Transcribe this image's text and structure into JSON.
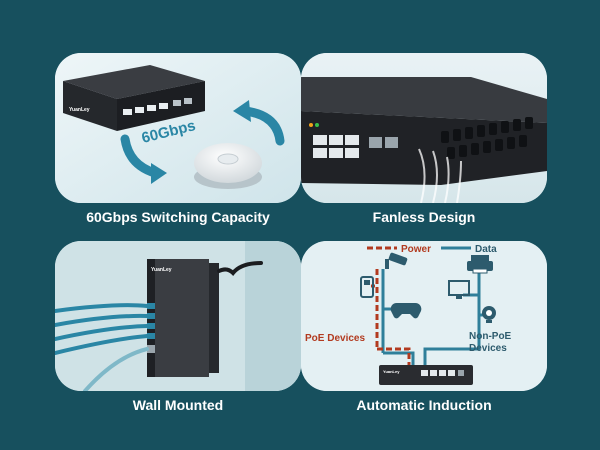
{
  "colors": {
    "background": "#17505e",
    "panel": "#dfeef2",
    "arrow": "#2a86a5",
    "power_line": "#b23a1f",
    "data_line": "#2f7f9a",
    "device_ink": "#2d5b6d"
  },
  "panels": [
    {
      "caption": "60Gbps Switching Capacity",
      "badge": "60Gbps"
    },
    {
      "caption": "Fanless Design"
    },
    {
      "caption": "Wall Mounted"
    },
    {
      "caption": "Automatic Induction",
      "legend": {
        "power": "Power",
        "data": "Data"
      },
      "poe_label": "PoE Devices",
      "non_poe_label_line1": "Non-PoE",
      "non_poe_label_line2": "Devices"
    }
  ]
}
